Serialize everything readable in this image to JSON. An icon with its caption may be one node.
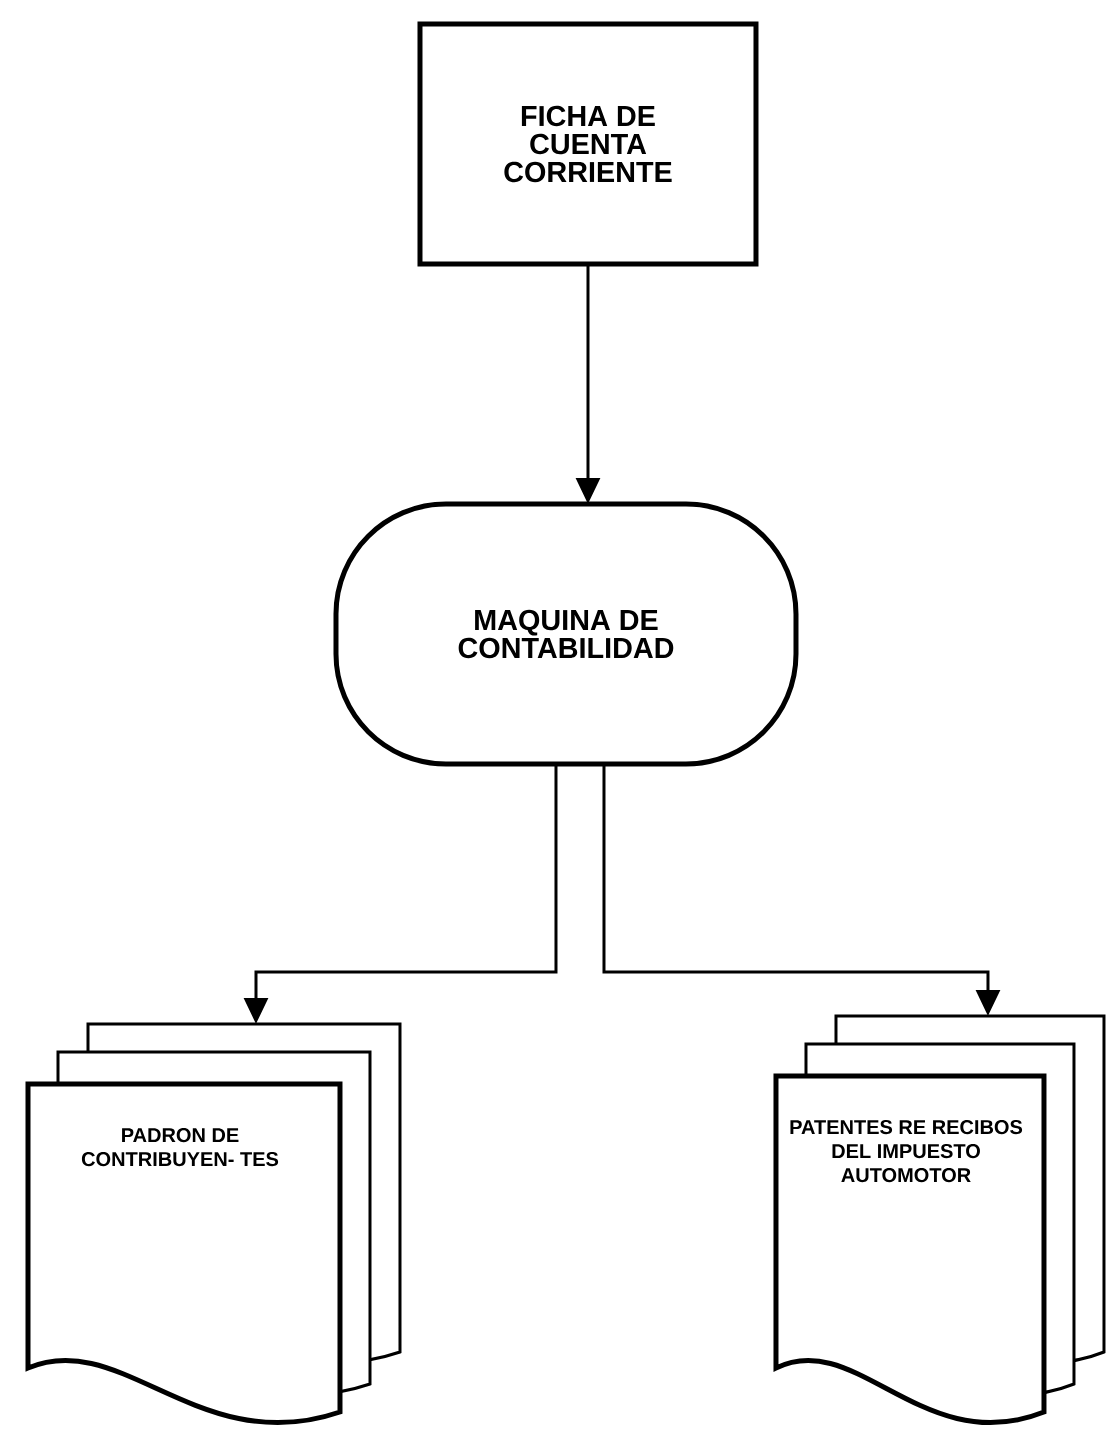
{
  "diagram": {
    "nodes": [
      {
        "text": [
          "FICHA DE CUENTA CORRIENTE"
        ]
      },
      {
        "text": [
          "MAQUINA DE CONTABILIDAD"
        ]
      },
      {
        "text": [
          "PADRON DE CONTRIBUYEN- TES"
        ]
      },
      {
        "text": [
          "PATENTES RE RECIBOS DEL IMPUESTO AUTOMOTOR"
        ]
      }
    ],
    "edges": [
      {
        "from": 0,
        "to": 1,
        "arrow": "to"
      },
      {
        "from": 1,
        "to": 2,
        "arrow": "to"
      },
      {
        "from": 1,
        "to": 3,
        "arrow": "to"
      }
    ]
  }
}
